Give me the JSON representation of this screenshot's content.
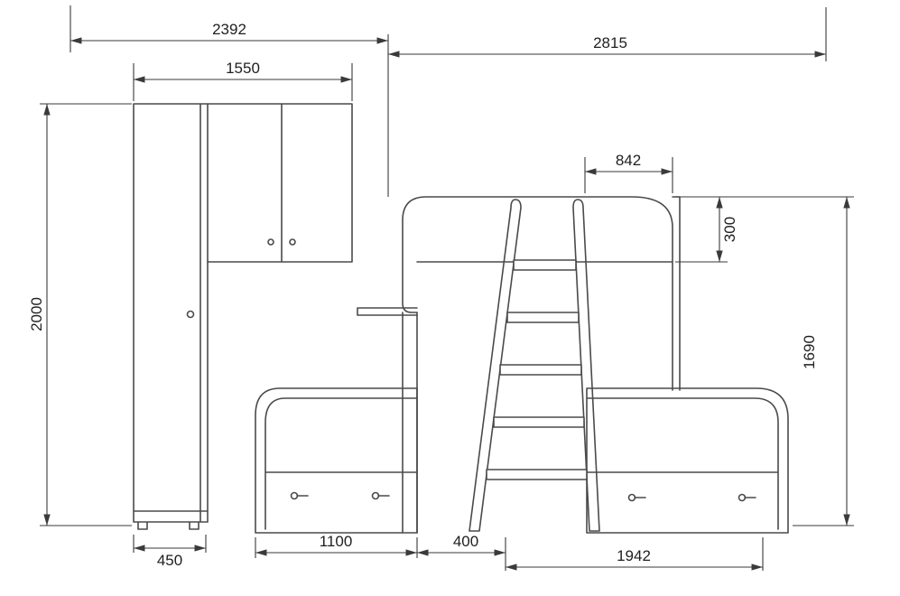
{
  "drawing": {
    "colors": {
      "background": "#ffffff",
      "furniture_line": "#4a4a4a",
      "dimension_line": "#3a3a3a",
      "dimension_text": "#1f1f1f"
    },
    "dims": {
      "total_left_run": "2392",
      "total_right_run": "2815",
      "cupboard_run": "1550",
      "upper_bed_overhang": "842",
      "upper_rail_height": "300",
      "overall_height": "2000",
      "right_section_height": "1690",
      "wardrobe_depth": "450",
      "left_bed_length": "1100",
      "ladder_span": "400",
      "right_bed_length": "1942"
    }
  }
}
